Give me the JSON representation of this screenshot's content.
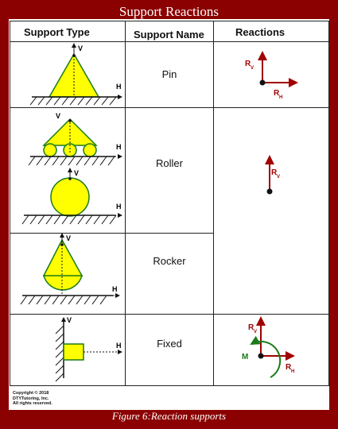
{
  "title": "Support Reactions",
  "headers": {
    "type": "Support  Type",
    "name": "Support Name",
    "reactions": "Reactions"
  },
  "rows": [
    {
      "name": "Pin"
    },
    {
      "name": "Roller"
    },
    {
      "name": "Rocker"
    },
    {
      "name": "Fixed"
    }
  ],
  "labels": {
    "v": "V",
    "h": "H",
    "rv_main": "R",
    "rv_sub": "V",
    "rh_main": "R",
    "rh_sub": "H",
    "m": "M"
  },
  "copyright": [
    "Copyright © 2018",
    "DTYTutoring, Inc.",
    "All rights reserved."
  ],
  "caption": "Figure 6:Reaction supports",
  "colors": {
    "frame": "#8b0000",
    "fill": "#ffff00",
    "outline": "#1a7a1a",
    "arrow": "#a00000",
    "moment": "#1a7a1a"
  }
}
